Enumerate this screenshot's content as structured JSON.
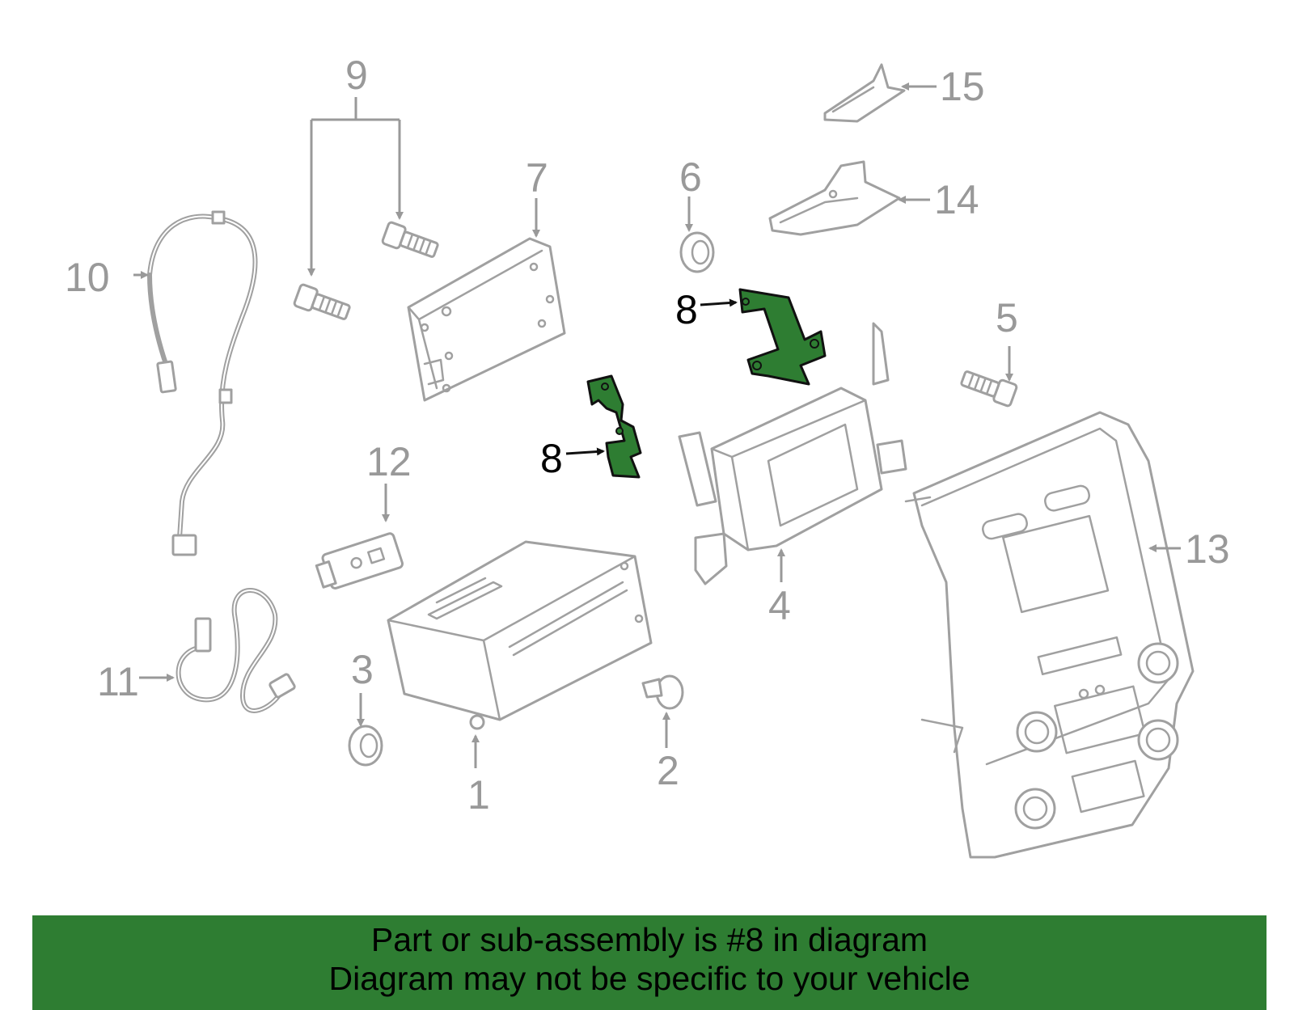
{
  "colors": {
    "highlight": "#2e7d32",
    "outline": "#a0a0a0",
    "label": "#999999",
    "label_highlight": "#000000"
  },
  "callouts": {
    "c1": "1",
    "c2": "2",
    "c3": "3",
    "c4": "4",
    "c5": "5",
    "c6": "6",
    "c7": "7",
    "c8a": "8",
    "c8b": "8",
    "c9": "9",
    "c10": "10",
    "c11": "11",
    "c12": "12",
    "c13": "13",
    "c14": "14",
    "c15": "15"
  },
  "highlighted_part": "8",
  "banner": {
    "line1": "Part or sub-assembly is #8 in diagram",
    "line2": "Diagram may not be specific to your vehicle"
  }
}
